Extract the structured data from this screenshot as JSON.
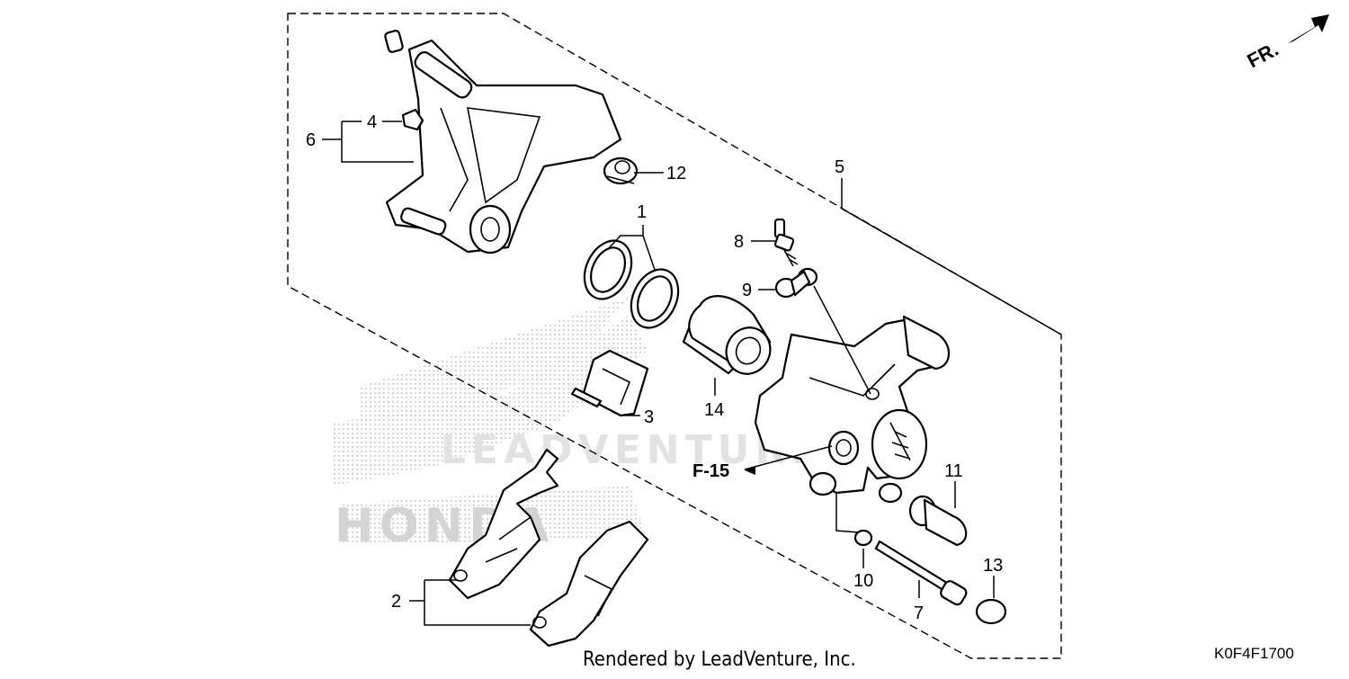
{
  "diagram": {
    "part_labels": [
      "1",
      "2",
      "3",
      "4",
      "5",
      "6",
      "7",
      "8",
      "9",
      "10",
      "11",
      "12",
      "13",
      "14"
    ],
    "front_marker": "FR.",
    "reference_callout": "F-15",
    "footer_credit": "Rendered by LeadVenture, Inc.",
    "diagram_code": "K0F4F1700",
    "watermark_brand": "HONDA",
    "watermark_text": "LEADVENTURE"
  }
}
